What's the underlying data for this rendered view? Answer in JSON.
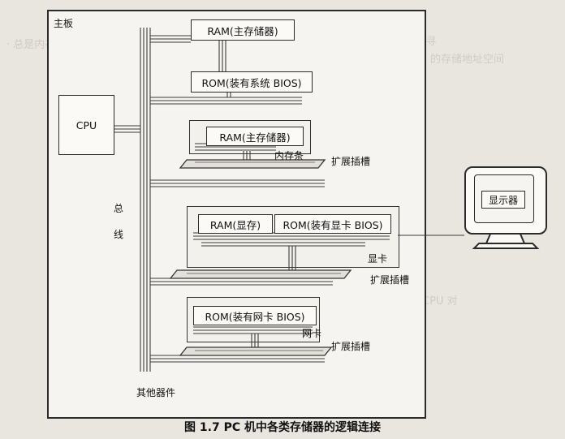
{
  "board_label": "主板",
  "cpu_label": "CPU",
  "bus_label_1": "总",
  "bus_label_2": "线",
  "ram_main_top": "RAM(主存储器)",
  "rom_system_bios": "ROM(装有系统 BIOS)",
  "ram_main_stick": "RAM(主存储器)",
  "memory_stick_label": "内存条",
  "expansion_slot_1": "扩展插槽",
  "ram_video": "RAM(显存)",
  "rom_video_bios": "ROM(装有显卡 BIOS)",
  "video_card_label": "显卡",
  "expansion_slot_2": "扩展插槽",
  "rom_nic_bios": "ROM(装有网卡 BIOS)",
  "nic_label": "网卡",
  "expansion_slot_3": "扩展插槽",
  "other_devices": "其他器件",
  "monitor_label": "显示器",
  "caption": "图 1.7   PC 机中各类存储器的逻辑连接"
}
